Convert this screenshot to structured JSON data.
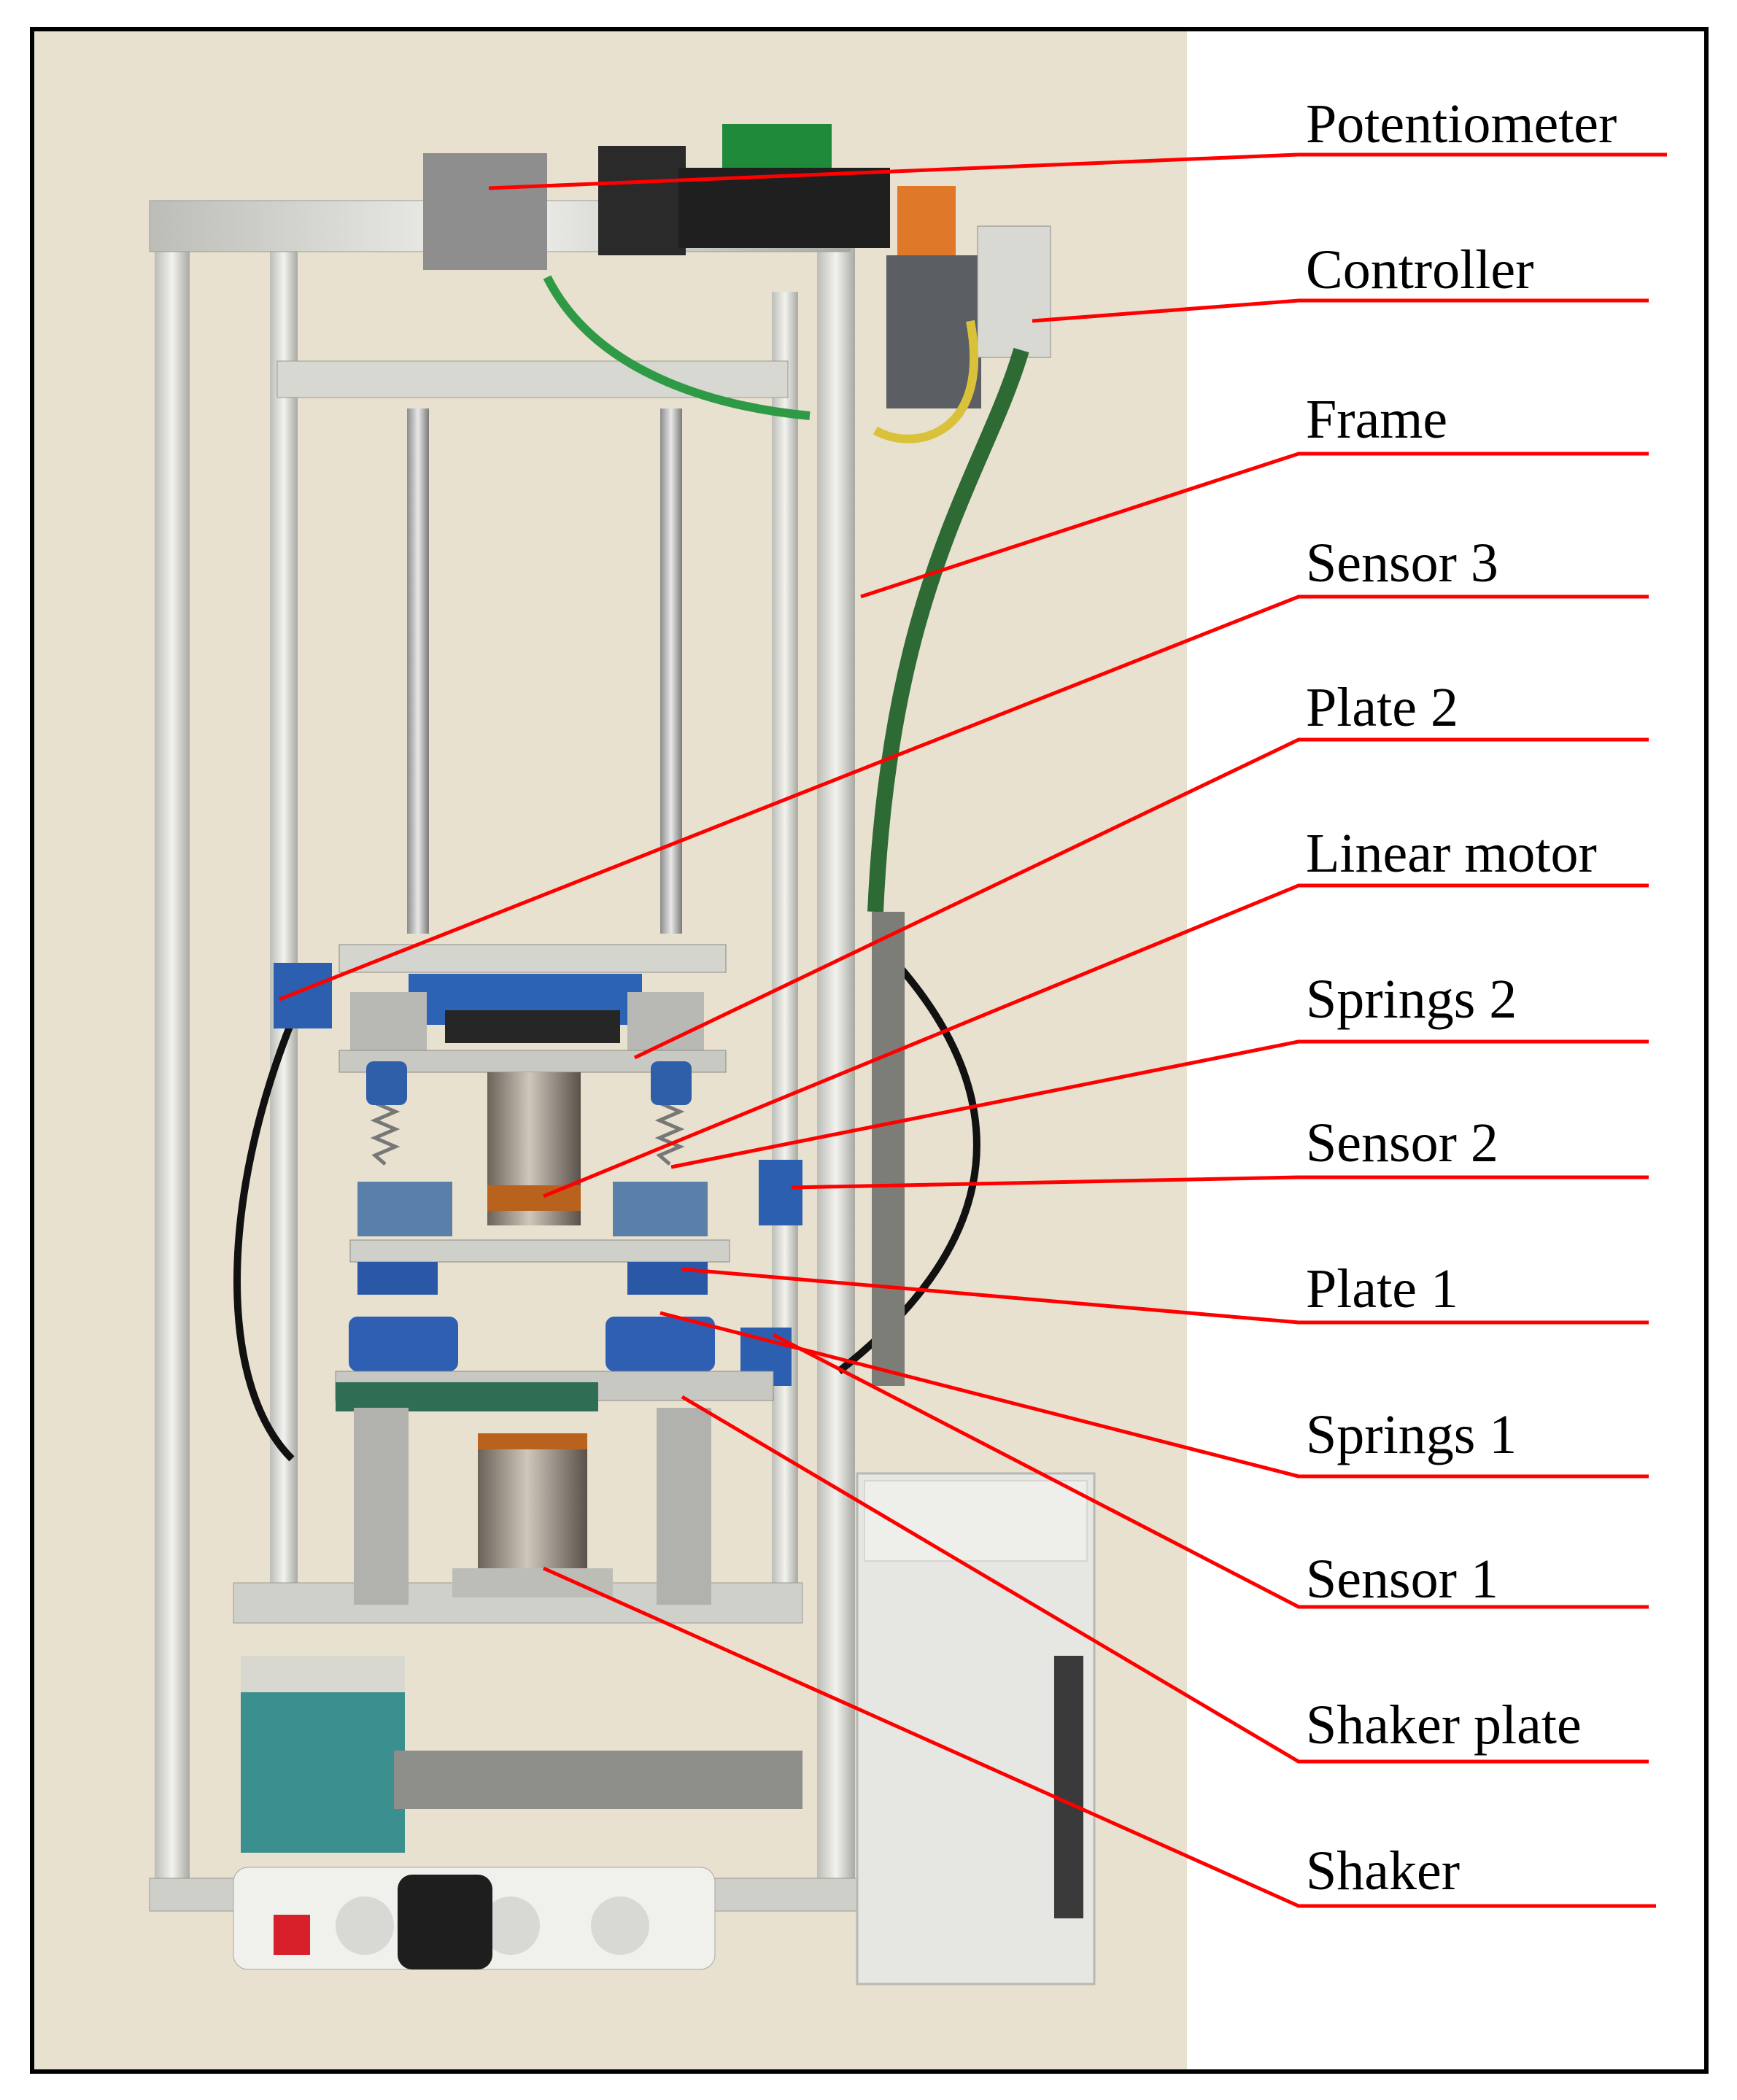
{
  "figure": {
    "photo_description_icon": "test-rig-photo",
    "colors": {
      "leader_line": "#ff0000",
      "label_text": "#000000",
      "wall_background": "#e9e1cf",
      "frame_border": "#000000"
    },
    "labels": [
      {
        "id": "potentiometer",
        "text": "Potentiometer"
      },
      {
        "id": "controller",
        "text": "Controller"
      },
      {
        "id": "frame",
        "text": "Frame"
      },
      {
        "id": "sensor-3",
        "text": "Sensor 3"
      },
      {
        "id": "plate-2",
        "text": "Plate 2"
      },
      {
        "id": "linear-motor",
        "text": "Linear motor"
      },
      {
        "id": "springs-2",
        "text": "Springs 2"
      },
      {
        "id": "sensor-2",
        "text": "Sensor 2"
      },
      {
        "id": "plate-1",
        "text": "Plate 1"
      },
      {
        "id": "springs-1",
        "text": "Springs 1"
      },
      {
        "id": "sensor-1",
        "text": "Sensor 1"
      },
      {
        "id": "shaker-plate",
        "text": "Shaker plate"
      },
      {
        "id": "shaker",
        "text": "Shaker"
      }
    ]
  }
}
